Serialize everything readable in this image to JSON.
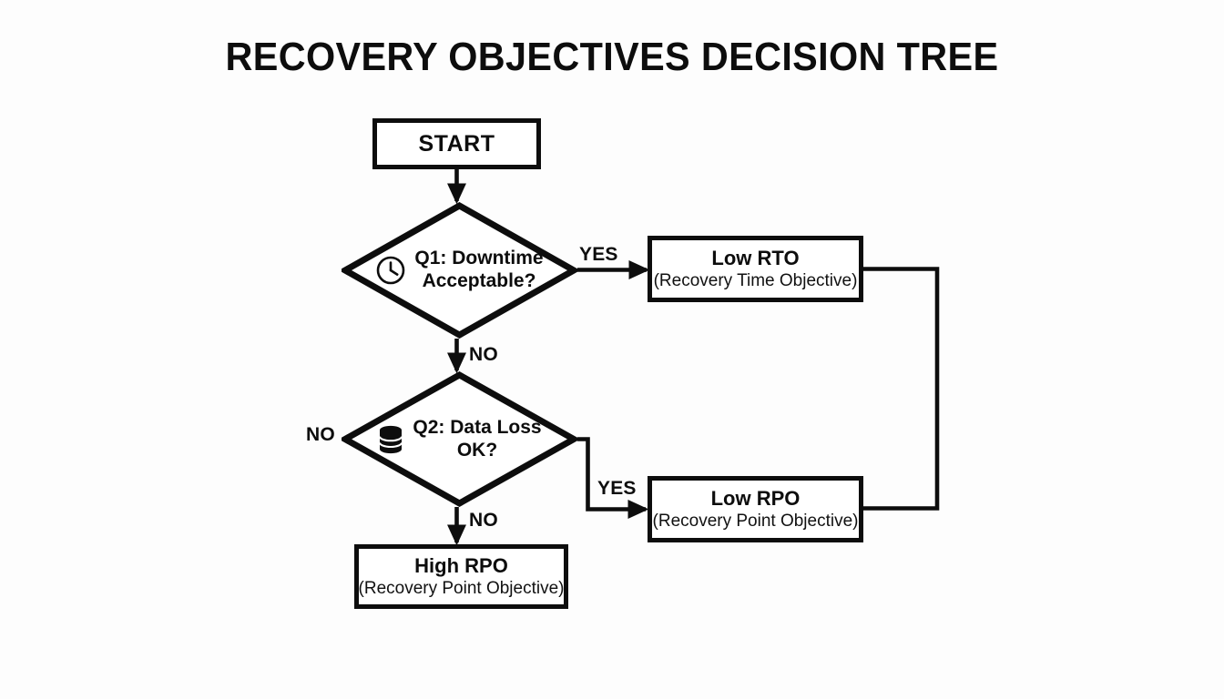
{
  "page": {
    "title": "RECOVERY OBJECTIVES DECISION TREE",
    "background_color": "#fdfdfd",
    "stroke_color": "#0d0d0d",
    "fill_color": "#ffffff"
  },
  "nodes": {
    "start": {
      "label": "START",
      "shape": "rectangle"
    },
    "q1": {
      "line1": "Q1: Downtime",
      "line2": "Acceptable?",
      "shape": "diamond",
      "icon": "clock-icon"
    },
    "q2": {
      "line1": "Q2: Data Loss",
      "line2": "OK?",
      "shape": "diamond",
      "icon": "database-icon"
    },
    "low_rto": {
      "title": "Low RTO",
      "subtitle": "(Recovery Time Objective)",
      "shape": "rectangle"
    },
    "low_rpo": {
      "title": "Low RPO",
      "subtitle": "(Recovery Point Objective)",
      "shape": "rectangle"
    },
    "high_rpo": {
      "title": "High RPO",
      "subtitle": "(Recovery Point Objective)",
      "shape": "rectangle"
    }
  },
  "edges": {
    "q1_yes": "YES",
    "q1_no": "NO",
    "q2_left_no": "NO",
    "q2_yes": "YES",
    "q2_no": "NO"
  }
}
